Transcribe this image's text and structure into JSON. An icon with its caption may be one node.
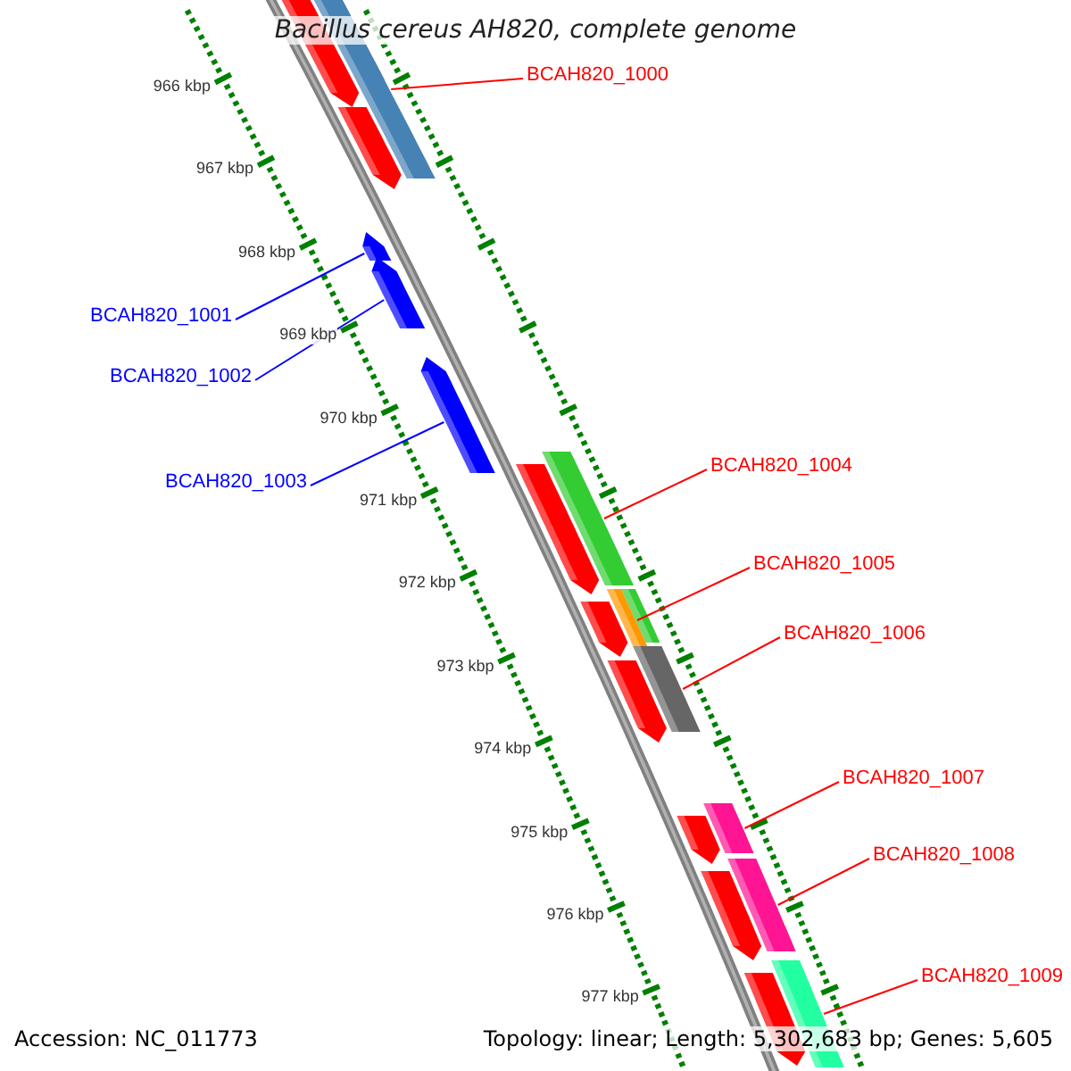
{
  "diagram": {
    "title": "Bacillus cereus AH820, complete genome",
    "nodes": [
      {
        "text": [
          "BCAH820_1000"
        ]
      },
      {
        "text": [],
        "shape": "bar"
      },
      {
        "text": [
          "BCAH820_1001"
        ]
      },
      {
        "text": [],
        "shape": "arrow"
      },
      {
        "text": [
          "BCAH820_1002"
        ]
      },
      {
        "text": [],
        "shape": "arrow"
      },
      {
        "text": [
          "BCAH820_1003"
        ]
      },
      {
        "text": [],
        "shape": "arrow"
      },
      {
        "text": [
          "BCAH820_1004"
        ]
      },
      {
        "text": [],
        "shape": "bar"
      },
      {
        "text": [
          "BCAH820_1005"
        ]
      },
      {
        "text": [],
        "shape": "bar"
      },
      {
        "text": [
          "BCAH820_1006"
        ]
      },
      {
        "text": [],
        "shape": "bar"
      },
      {
        "text": [
          "BCAH820_1007"
        ]
      },
      {
        "text": [],
        "shape": "bar"
      },
      {
        "text": [
          "BCAH820_1008"
        ]
      },
      {
        "text": [],
        "shape": "bar"
      },
      {
        "text": [
          "BCAH820_1009"
        ]
      },
      {
        "text": [],
        "shape": "bar"
      }
    ],
    "edges": [
      {
        "from": 0,
        "to": 1,
        "arrow": "none"
      },
      {
        "from": 2,
        "to": 3,
        "arrow": "none",
        "color": "#0000ff"
      },
      {
        "from": 4,
        "to": 5,
        "arrow": "none",
        "color": "#0000ff"
      },
      {
        "from": 6,
        "to": 7,
        "arrow": "none",
        "color": "#0000ff"
      },
      {
        "from": 8,
        "to": 9,
        "arrow": "none"
      },
      {
        "from": 10,
        "to": 11,
        "arrow": "none"
      },
      {
        "from": 12,
        "to": 13,
        "arrow": "none"
      },
      {
        "from": 14,
        "to": 15,
        "arrow": "none"
      },
      {
        "from": 16,
        "to": 17,
        "arrow": "none"
      },
      {
        "from": 18,
        "to": 19,
        "arrow": "none"
      }
    ],
    "labels": [
      "966 kbp",
      "967 kbp",
      "968 kbp",
      "969 kbp",
      "970 kbp",
      "971 kbp",
      "972 kbp",
      "973 kbp",
      "974 kbp",
      "975 kbp",
      "976 kbp",
      "977 kbp",
      "Accession: NC_011773",
      "Topology: linear; Length: 5,302,683 bp; Genes: 5,605"
    ]
  }
}
